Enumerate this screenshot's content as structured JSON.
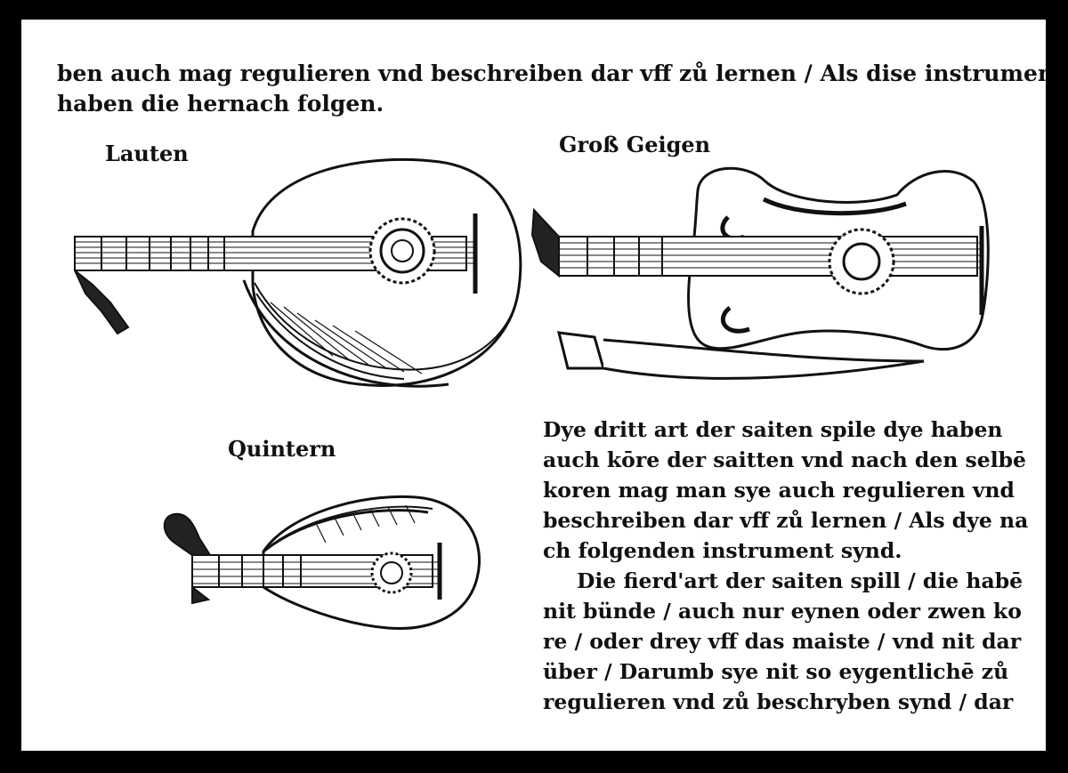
{
  "intro": [
    "ben auch mag regulieren vnd beschreiben dar vff zů lernen / Als dise instrument",
    "haben die hernach folgen."
  ],
  "captions": {
    "lute": "Lauten",
    "viol": "Groß Geigen",
    "quintern": "Quintern"
  },
  "body": [
    "Dye dritt art der saiten spile dye haben",
    "auch kōre der saitten vnd nach den selbē",
    "koren mag man sye auch regulieren vnd",
    "beschreiben dar vff zů lernen / Als dye na",
    "ch folgenden instrument synd.",
    "Die fierd'art der saiten spill / die habē",
    "nit bünde / auch nur eynen oder zwen ko",
    "re / oder drey vff das maiste / vnd nit dar",
    "über / Darumb sye nit so eygentlichē zů",
    "regulieren vnd zů beschryben synd / dar"
  ]
}
